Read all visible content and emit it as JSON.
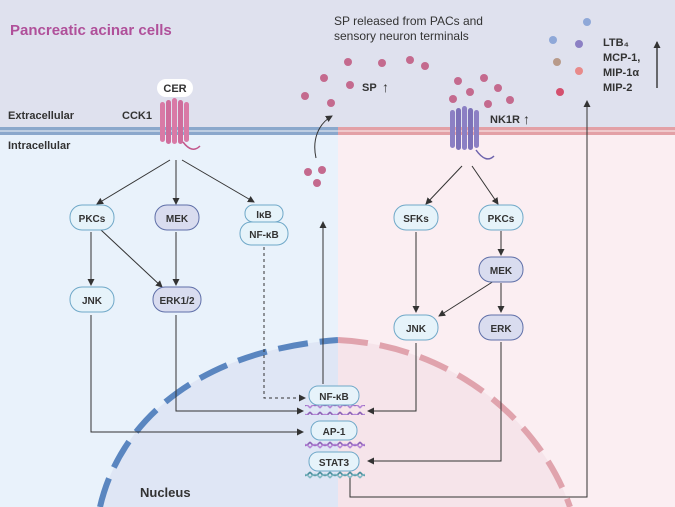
{
  "title": "Pancreatic acinar cells",
  "regions": {
    "extracellular": "Extracellular",
    "intracellular": "Intracellular",
    "nucleus": "Nucleus"
  },
  "stimulus": "CER",
  "receptors": {
    "cck1": "CCK1",
    "nk1r": "NK1R",
    "nk1r_arrow": "↑"
  },
  "sp": {
    "note_line1": "SP released from PACs and",
    "note_line2": "sensory neuron terminals",
    "label": "SP",
    "arrow": "↑"
  },
  "mediators": [
    "LTB₄",
    "MCP-1,",
    "MIP-1α",
    "MIP-2"
  ],
  "left_nodes": {
    "pkcs": "PKCs",
    "mek": "MEK",
    "ikb": "IκB",
    "nfkb": "NF-κB",
    "jnk": "JNK",
    "erk12": "ERK1/2"
  },
  "right_nodes": {
    "sfks": "SFKs",
    "pkcs": "PKCs",
    "mek": "MEK",
    "jnk": "JNK",
    "erk": "ERK"
  },
  "nuclear_factors": {
    "nfkb": "NF-κB",
    "ap1": "AP-1",
    "stat3": "STAT3"
  },
  "colors": {
    "title": "#b0509a",
    "membrane": "#8ba8cc",
    "receptor_pink": "#d97aa6",
    "receptor_purple": "#8c80c4",
    "sp_dot": "#c46a8e",
    "node_fill": "#e6f3fa",
    "node_stroke": "#6fa8c8"
  }
}
